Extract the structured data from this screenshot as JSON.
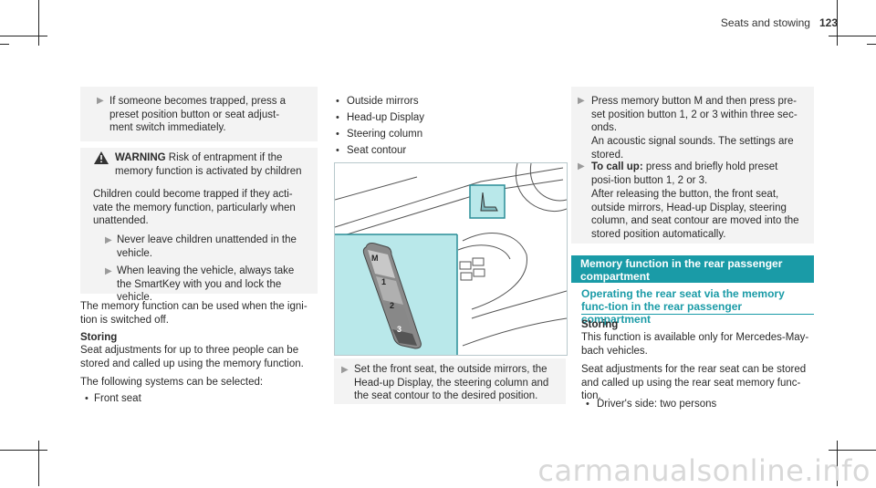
{
  "header": {
    "section": "Seats and stowing",
    "page_number": "123"
  },
  "col1": {
    "box1_step": "If someone becomes trapped, press a preset position button or seat adjust-ment switch immediately.",
    "warning_title": "WARNING",
    "warning_head": "Risk of entrapment if the memory function is activated by children",
    "warning_body": "Children could become trapped if they acti-vate the memory function, particularly when unattended.",
    "warning_step1": "Never leave children unattended in the vehicle.",
    "warning_step2": "When leaving the vehicle, always take the SmartKey with you and lock the vehicle.",
    "intro": "The memory function can be used when the igni-tion is switched off.",
    "storing_heading": "Storing",
    "storing_text": "Seat adjustments for up to three people can be stored and called up using the memory function.",
    "systems_intro": "The following systems can be selected:",
    "bullet1": "Front seat"
  },
  "col2": {
    "bullets": [
      "Outside mirrors",
      "Head-up Display",
      "Steering column",
      "Seat contour"
    ],
    "figure_buttons": [
      "M",
      "1",
      "2",
      "3"
    ],
    "step": "Set the front seat, the outside mirrors, the Head-up Display, the steering column and the seat contour to the desired position."
  },
  "col3": {
    "step1": "Press memory button M and then press pre-set position button 1, 2 or 3 within three sec-onds.",
    "step1_result": "An acoustic signal sounds. The settings are stored.",
    "call_up_label": "To call up:",
    "step2": "press and briefly hold preset posi-tion button 1, 2 or 3.",
    "step2_result": "After releasing the button, the front seat, outside mirrors, Head-up Display, steering column, and seat contour are moved into the stored position automatically.",
    "banner": "Memory function in the rear passenger compartment",
    "subheading": "Operating the rear seat via the memory func-tion in the rear passenger compartment",
    "storing_heading": "Storing",
    "storing_text": "This function is available only for Mercedes-May-bach vehicles.",
    "rear_text": "Seat adjustments for the rear seat can be stored and called up using the rear seat memory func-tion.",
    "bullet1": "Driver's side: two persons"
  },
  "watermark": "carmanualsonline.info"
}
